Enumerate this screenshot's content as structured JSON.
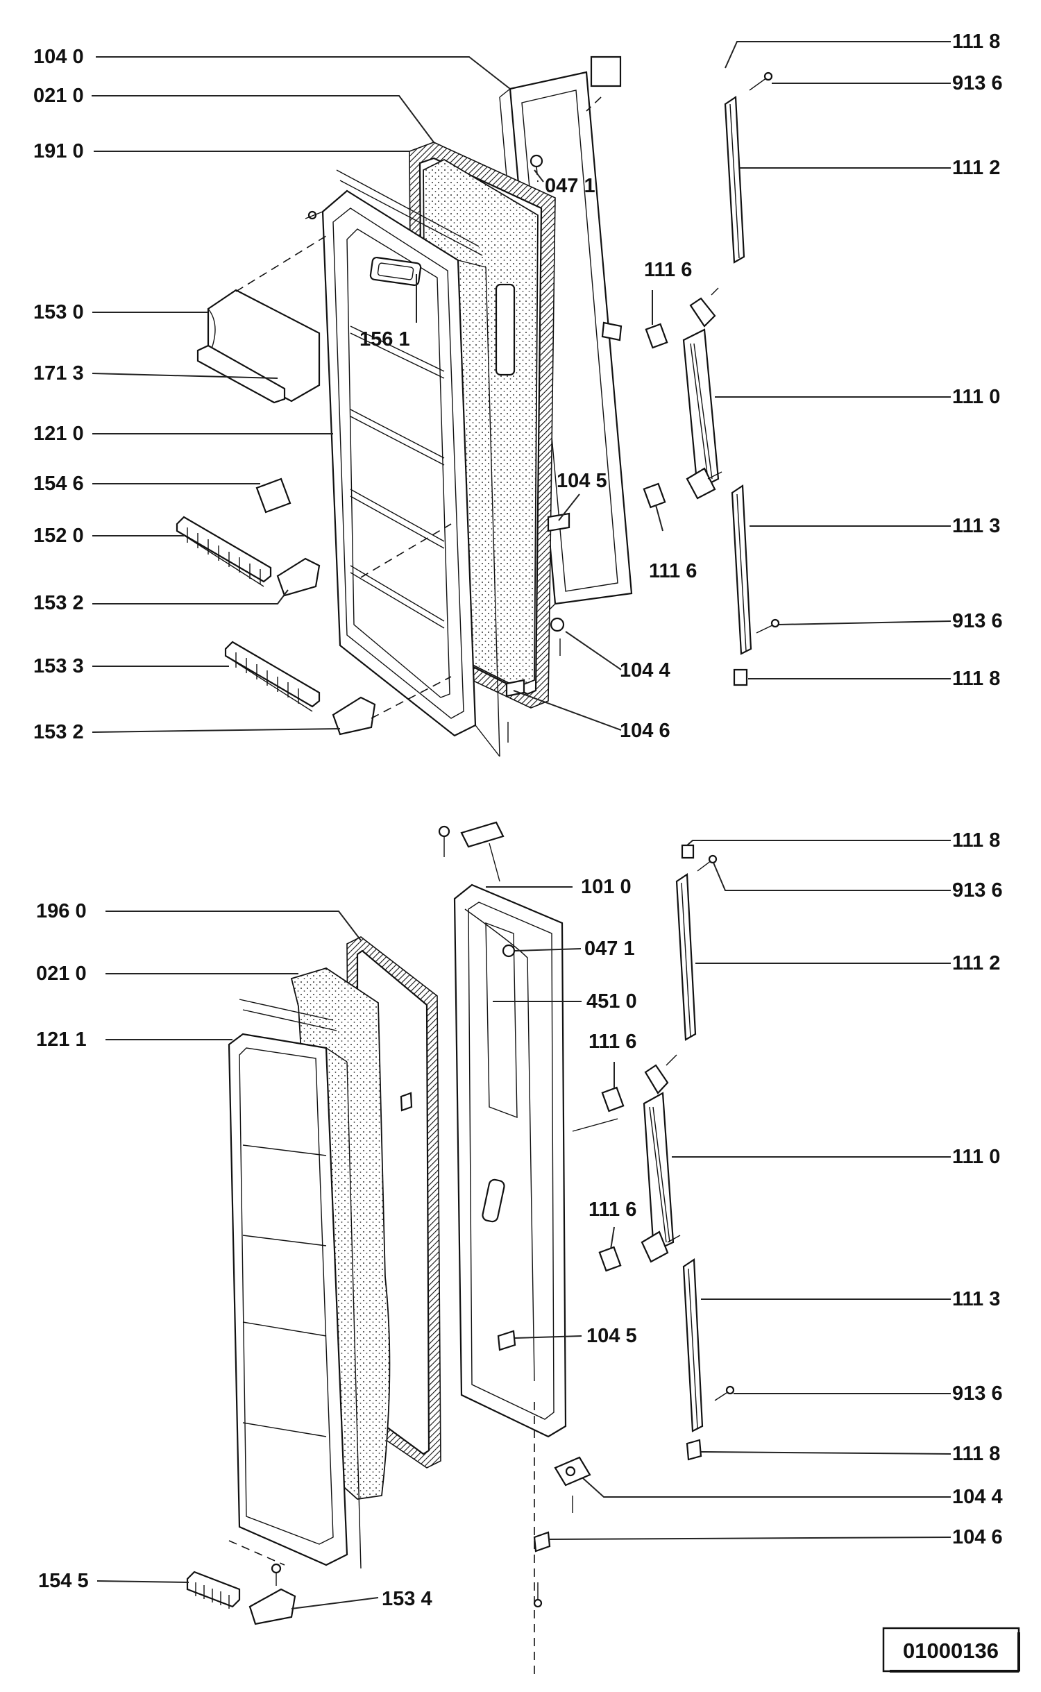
{
  "top_assembly": {
    "callouts": [
      {
        "id": "t1040",
        "text": "104 0"
      },
      {
        "id": "t0210",
        "text": "021 0"
      },
      {
        "id": "t1910",
        "text": "191 0"
      },
      {
        "id": "t1530",
        "text": "153 0"
      },
      {
        "id": "t1713",
        "text": "171 3"
      },
      {
        "id": "t1210",
        "text": "121 0"
      },
      {
        "id": "t1546",
        "text": "154 6"
      },
      {
        "id": "t1520",
        "text": "152 0"
      },
      {
        "id": "t1532a",
        "text": "153 2"
      },
      {
        "id": "t1533",
        "text": "153 3"
      },
      {
        "id": "t1532b",
        "text": "153 2"
      },
      {
        "id": "t1561",
        "text": "156 1"
      },
      {
        "id": "t0471",
        "text": "047 1"
      },
      {
        "id": "t1045",
        "text": "104 5"
      },
      {
        "id": "t1116a",
        "text": "111 6"
      },
      {
        "id": "t1116b",
        "text": "111 6"
      },
      {
        "id": "t1044",
        "text": "104 4"
      },
      {
        "id": "t1046",
        "text": "104 6"
      },
      {
        "id": "t1118a",
        "text": "111 8"
      },
      {
        "id": "t9136a",
        "text": "913 6"
      },
      {
        "id": "t1112",
        "text": "111 2"
      },
      {
        "id": "t1110",
        "text": "111 0"
      },
      {
        "id": "t1113",
        "text": "111 3"
      },
      {
        "id": "t9136b",
        "text": "913 6"
      },
      {
        "id": "t1118b",
        "text": "111 8"
      }
    ]
  },
  "bottom_assembly": {
    "callouts": [
      {
        "id": "b1960",
        "text": "196 0"
      },
      {
        "id": "b0210",
        "text": "021 0"
      },
      {
        "id": "b1211",
        "text": "121 1"
      },
      {
        "id": "b1010",
        "text": "101 0"
      },
      {
        "id": "b0471",
        "text": "047 1"
      },
      {
        "id": "b4510",
        "text": "451 0"
      },
      {
        "id": "b1116a",
        "text": "111 6"
      },
      {
        "id": "b1116b",
        "text": "111 6"
      },
      {
        "id": "b1045",
        "text": "104 5"
      },
      {
        "id": "b1118a",
        "text": "111 8"
      },
      {
        "id": "b9136a",
        "text": "913 6"
      },
      {
        "id": "b1112",
        "text": "111 2"
      },
      {
        "id": "b1110",
        "text": "111 0"
      },
      {
        "id": "b1113",
        "text": "111 3"
      },
      {
        "id": "b9136b",
        "text": "913 6"
      },
      {
        "id": "b1118b",
        "text": "111 8"
      },
      {
        "id": "b1044",
        "text": "104 4"
      },
      {
        "id": "b1046",
        "text": "104 6"
      },
      {
        "id": "b1545",
        "text": "154 5"
      },
      {
        "id": "b1534",
        "text": "153 4"
      }
    ]
  },
  "drawing_reference": "01000136"
}
